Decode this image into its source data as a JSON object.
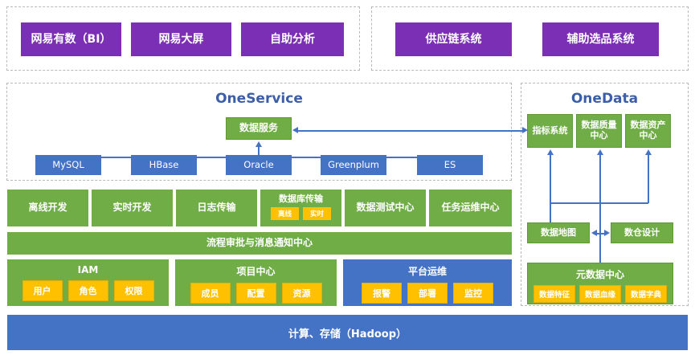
{
  "apps_left": {
    "items": [
      {
        "label": "网易有数（BI）"
      },
      {
        "label": "网易大屏"
      },
      {
        "label": "自助分析"
      }
    ]
  },
  "apps_right": {
    "items": [
      {
        "label": "供应链系统"
      },
      {
        "label": "辅助选品系统"
      }
    ]
  },
  "oneservice": {
    "title": "OneService",
    "data_service": "数据服务",
    "databases": [
      {
        "label": "MySQL"
      },
      {
        "label": "HBase"
      },
      {
        "label": "Oracle"
      },
      {
        "label": "Greenplum"
      },
      {
        "label": "ES"
      }
    ]
  },
  "onedata": {
    "title": "OneData",
    "top": [
      {
        "label": "指标系统"
      },
      {
        "label": "数据质量中心"
      },
      {
        "label": "数据资产中心"
      }
    ],
    "mid": [
      {
        "label": "数据地图"
      },
      {
        "label": "数仓设计"
      }
    ],
    "metadata": {
      "title": "元数据中心",
      "chips": [
        {
          "label": "数据特征"
        },
        {
          "label": "数据血缘"
        },
        {
          "label": "数据字典"
        }
      ]
    }
  },
  "dev_row": {
    "items": [
      {
        "label": "离线开发"
      },
      {
        "label": "实时开发"
      },
      {
        "label": "日志传输"
      },
      {
        "label": "数据测试中心"
      },
      {
        "label": "任务运维中心"
      }
    ],
    "db_transfer": {
      "title": "数据库传输",
      "chips": [
        {
          "label": "离线"
        },
        {
          "label": "实时"
        }
      ]
    }
  },
  "process_bar": {
    "label": "流程审批与消息通知中心"
  },
  "panels": [
    {
      "title": "IAM",
      "color": "#70AD47",
      "chips": [
        {
          "label": "用户"
        },
        {
          "label": "角色"
        },
        {
          "label": "权限"
        }
      ]
    },
    {
      "title": "项目中心",
      "color": "#70AD47",
      "chips": [
        {
          "label": "成员"
        },
        {
          "label": "配置"
        },
        {
          "label": "资源"
        }
      ]
    },
    {
      "title": "平台运维",
      "color": "#4472C4",
      "chips": [
        {
          "label": "报警"
        },
        {
          "label": "部署"
        },
        {
          "label": "监控"
        }
      ]
    }
  ],
  "foundation": {
    "label": "计算、存储（Hadoop）"
  },
  "colors": {
    "purple": "#7B2FB5",
    "green": "#70AD47",
    "blue": "#4472C4",
    "orange": "#FFC000",
    "title_blue": "#3C5EA8",
    "dashed_border": "#b9b9b9"
  }
}
